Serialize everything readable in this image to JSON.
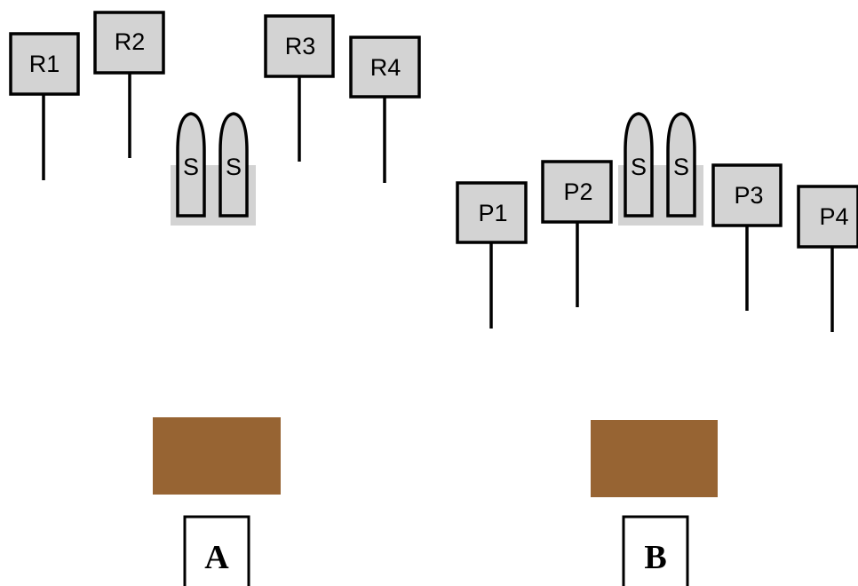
{
  "panels": [
    {
      "id": "A",
      "signs": [
        "R1",
        "R2",
        "R3",
        "R4"
      ],
      "pair": [
        "S",
        "S"
      ],
      "label": "A"
    },
    {
      "id": "B",
      "signs": [
        "P1",
        "P2",
        "P3",
        "P4"
      ],
      "pair": [
        "S",
        "S"
      ],
      "label": "B"
    }
  ],
  "colors": {
    "sign_fill": "#d3d3d3",
    "block_fill": "#976433",
    "stroke": "#000000"
  }
}
